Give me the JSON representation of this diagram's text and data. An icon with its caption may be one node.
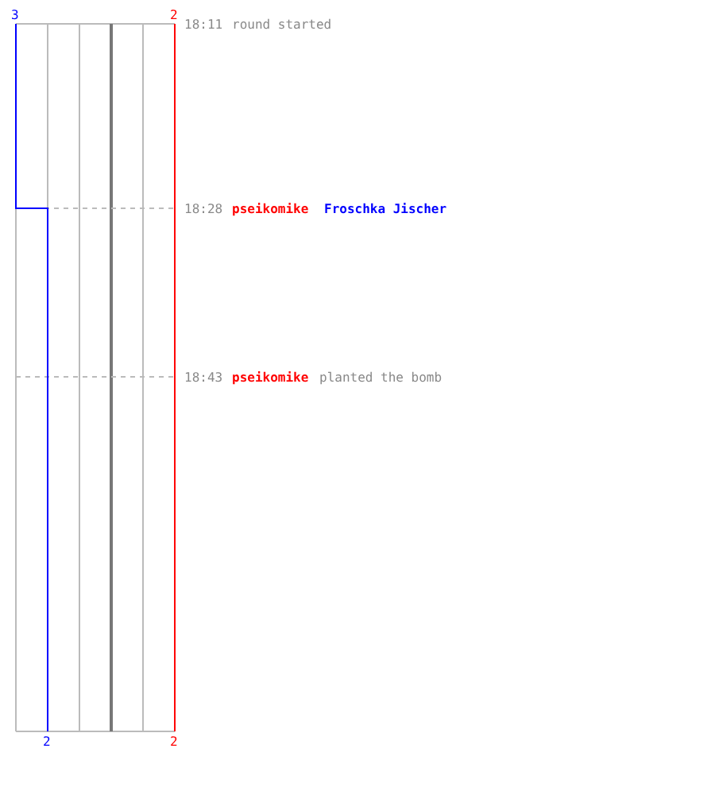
{
  "diagram": {
    "labels": [
      "3",
      "2",
      "18:11",
      "round started",
      "18:28",
      "pseikomike",
      "Froschka Jischer",
      "18:43",
      "pseikomike",
      "planted the bomb",
      "2",
      "2"
    ]
  }
}
